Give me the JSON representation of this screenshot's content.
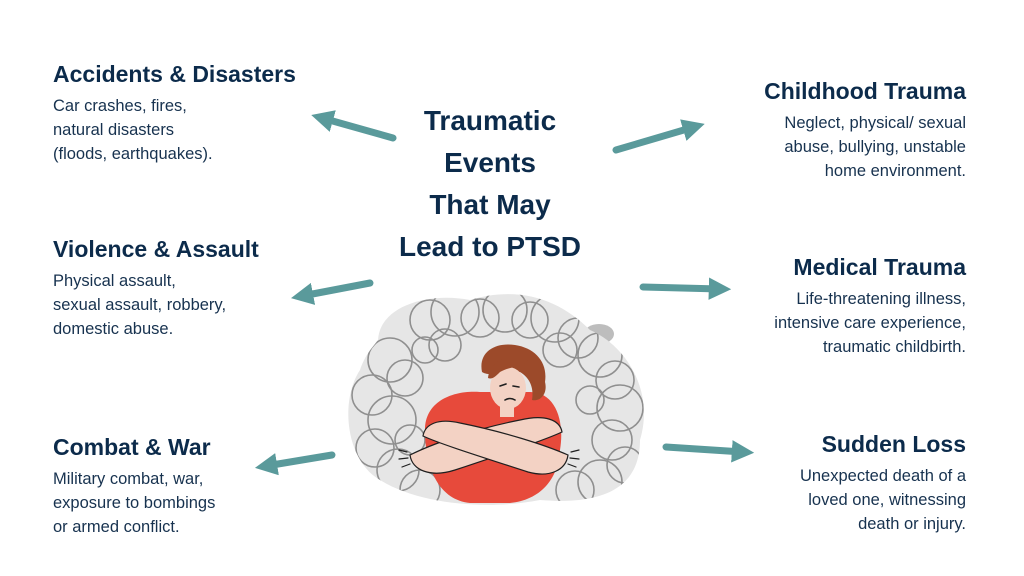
{
  "title": {
    "lines": [
      "Traumatic",
      "Events",
      "That May",
      "Lead to PTSD"
    ]
  },
  "categories": [
    {
      "id": "accidents",
      "heading": "Accidents & Disasters",
      "lines": [
        "Car crashes, fires,",
        "natural disasters",
        "(floods, earthquakes)."
      ]
    },
    {
      "id": "violence",
      "heading": "Violence & Assault",
      "lines": [
        "Physical assault,",
        "sexual assault, robbery,",
        "domestic abuse."
      ]
    },
    {
      "id": "combat",
      "heading": "Combat & War",
      "lines": [
        "Military combat, war,",
        "exposure to bombings",
        "or armed conflict."
      ]
    },
    {
      "id": "childhood",
      "heading": "Childhood Trauma",
      "lines": [
        "Neglect, physical/ sexual",
        "abuse, bullying, unstable",
        "home environment."
      ]
    },
    {
      "id": "medical",
      "heading": "Medical Trauma",
      "lines": [
        "Life-threatening illness,",
        "intensive care experience,",
        "traumatic childbirth."
      ]
    },
    {
      "id": "loss",
      "heading": "Sudden Loss",
      "lines": [
        "Unexpected death of a",
        "loved one, witnessing",
        "death or injury."
      ]
    }
  ],
  "colors": {
    "heading": "#0c2b4b",
    "arrow": "#5a9a9b",
    "scribble": "#9b9b9b",
    "blob_bg": "#e6e6e6",
    "shirt": "#e74a3b",
    "hair": "#9c4a2a",
    "skin": "#f3d2c4"
  },
  "illustration": "distressed-person-with-crossed-arms-icon"
}
